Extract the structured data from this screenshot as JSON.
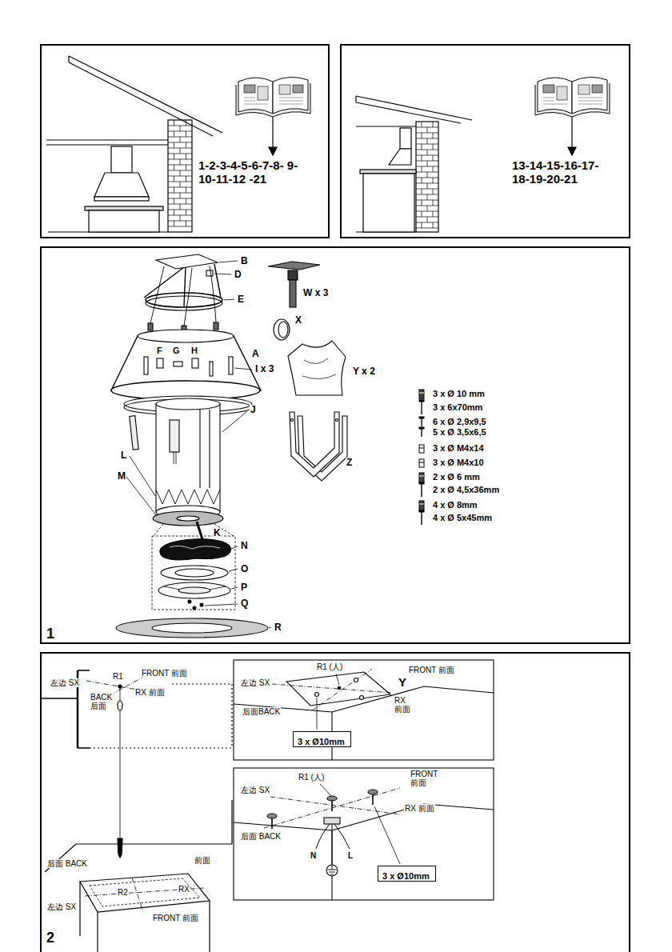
{
  "diagram": {
    "nodes": [
      {
        "text": [
          "1-2-3-4-5-6-7-8- 9-10-11-12 -21"
        ]
      },
      {
        "text": [
          "13-14-15-16-17- 18-19-20-21"
        ]
      },
      {
        "text": [
          "1"
        ]
      },
      {
        "text": [
          "2"
        ]
      },
      {
        "text": [
          "3 x Ø10mm"
        ],
        "in": 3
      },
      {
        "text": [
          "3 x Ø10mm"
        ],
        "in": 3
      }
    ],
    "labels": [
      "B",
      "D",
      "E",
      "A",
      "F",
      "G",
      "H",
      "I x 3",
      "J",
      "L",
      "M",
      "K",
      "N",
      "O",
      "P",
      "Q",
      "R",
      "W x 3",
      "X",
      "Y x 2",
      "Z",
      "3 x Ø 10 mm",
      "3 x 6x70mm",
      "6 x Ø 2,9x9,5",
      "5 x Ø 3,5x6,5",
      "3 x Ø M4x14",
      "3 x Ø M4x10",
      "2 x Ø 6 mm",
      "2 x Ø 4,5x36mm",
      "4 x Ø 8mm",
      "4 x Ø 5x45mm",
      "R1",
      "FRONT 前面",
      "左边 SX",
      "RX 前面",
      "BACK 后面",
      "前面",
      "后面 BACK",
      "RX",
      "R2",
      "左边 SX",
      "FRONT 前面",
      "R1 (人)",
      "FRONT 前面",
      "左边 SX",
      "RX 前面",
      "后面BACK",
      "Y",
      "R1 (人)",
      "FRONT 前面",
      "左边 SX",
      "后面 BACK",
      "RX 前面",
      "N",
      "L"
    ]
  }
}
